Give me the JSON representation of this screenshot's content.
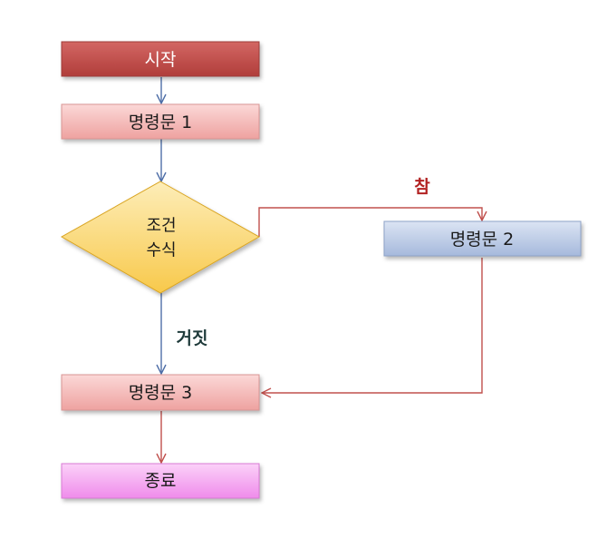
{
  "nodes": {
    "start": {
      "label": "시작"
    },
    "stmt1": {
      "label": "명령문 1"
    },
    "condition": {
      "line1": "조건",
      "line2": "수식"
    },
    "stmt2": {
      "label": "명령문 2"
    },
    "stmt3": {
      "label": "명령문 3"
    },
    "end": {
      "label": "종료"
    }
  },
  "edges": {
    "true_label": "참",
    "false_label": "거짓"
  },
  "colors": {
    "start_fill": "#c0504d",
    "stmt_red_fill": "#f2b6b5",
    "stmt_blue_fill": "#b8c8e4",
    "decision_fill": "#fbd777",
    "end_fill": "#f3a2ef",
    "arrow_blue": "#4f6fa8",
    "arrow_red": "#c0504d",
    "true_text": "#b22222",
    "false_text": "#1f3b3b"
  }
}
